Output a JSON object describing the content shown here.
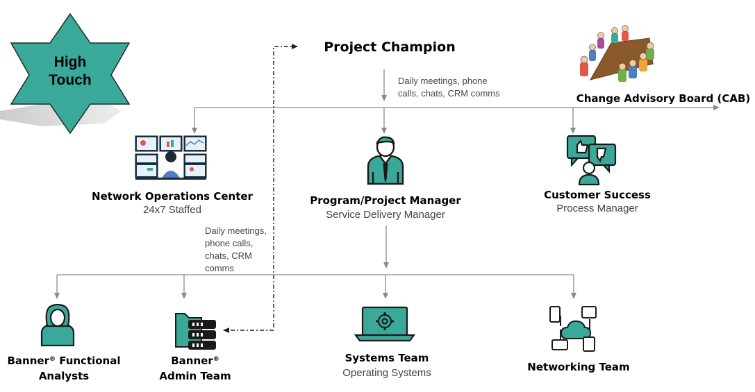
{
  "badge": {
    "line1": "High",
    "line2": "Touch"
  },
  "champion": {
    "title": "Project Champion"
  },
  "cab": {
    "title": "Change Advisory Board (CAB)"
  },
  "comms_top": {
    "line1": "Daily meetings, phone",
    "line2": "calls, chats, CRM comms"
  },
  "noc": {
    "title": "Network Operations Center",
    "subtitle": "24x7 Staffed"
  },
  "ppm": {
    "title": "Program/Project Manager",
    "subtitle": "Service Delivery Manager"
  },
  "cs": {
    "title": "Customer Success",
    "subtitle": "Process Manager"
  },
  "comms_mid": {
    "line1": "Daily meetings,",
    "line2": "phone calls,",
    "line3": "chats, CRM",
    "line4": "comms"
  },
  "bfa": {
    "title_a": "Banner",
    "reg": "®",
    "title_b": " Functional",
    "title2": "Analysts"
  },
  "bat": {
    "title_a": "Banner",
    "reg": "®",
    "title2": "Admin Team"
  },
  "sys": {
    "title": "Systems Team",
    "subtitle": "Operating Systems"
  },
  "net": {
    "title": "Networking Team"
  },
  "colors": {
    "teal": "#3aa99a",
    "dark": "#1a1a1a",
    "line": "#8a8a8a"
  }
}
